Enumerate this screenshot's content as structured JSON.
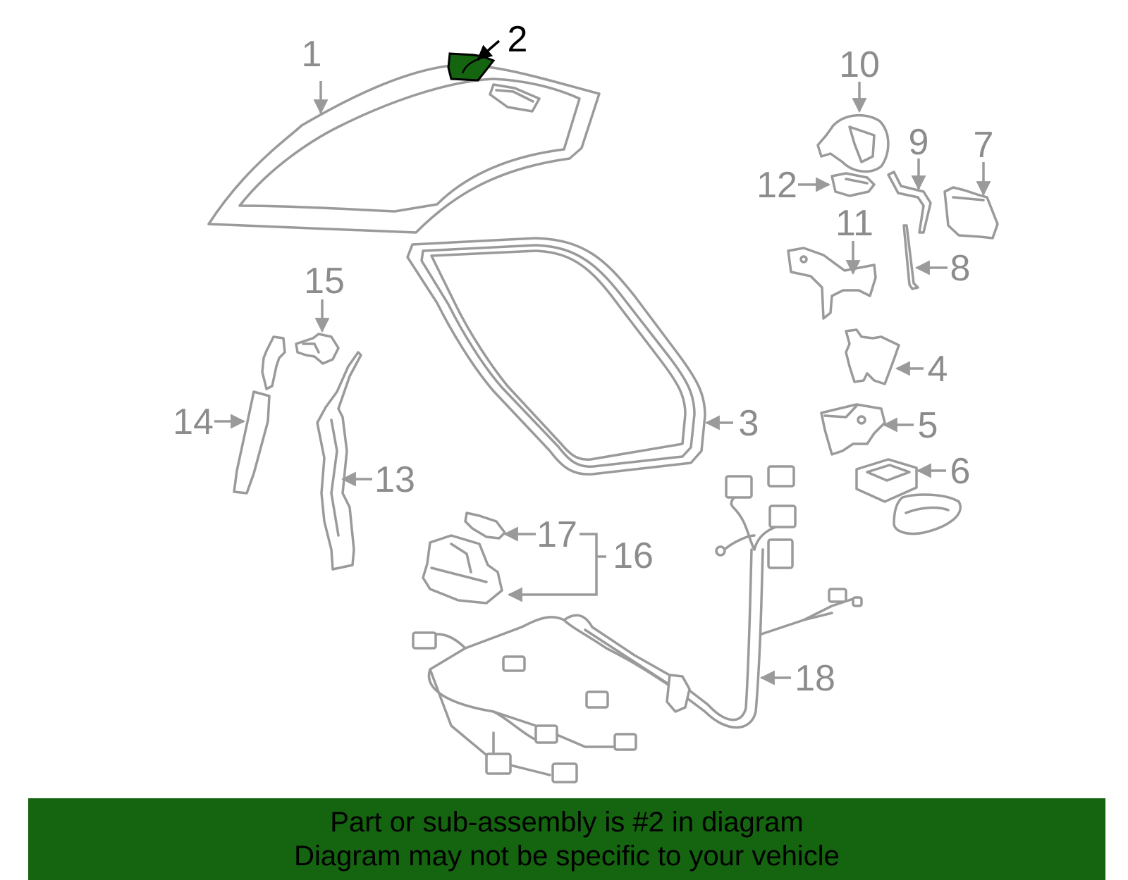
{
  "colors": {
    "highlight": "#146410",
    "part_outline": "#9a9a9a",
    "banner_text": "#000000"
  },
  "callouts": {
    "c1": "1",
    "c2": "2",
    "c3": "3",
    "c4": "4",
    "c5": "5",
    "c6": "6",
    "c7": "7",
    "c8": "8",
    "c9": "9",
    "c10": "10",
    "c11": "11",
    "c12": "12",
    "c13": "13",
    "c14": "14",
    "c15": "15",
    "c16": "16",
    "c17": "17",
    "c18": "18"
  },
  "highlighted_part": "2",
  "banner": {
    "line1": "Part or sub-assembly is #2 in diagram",
    "line2": "Diagram may not be specific to your vehicle"
  }
}
